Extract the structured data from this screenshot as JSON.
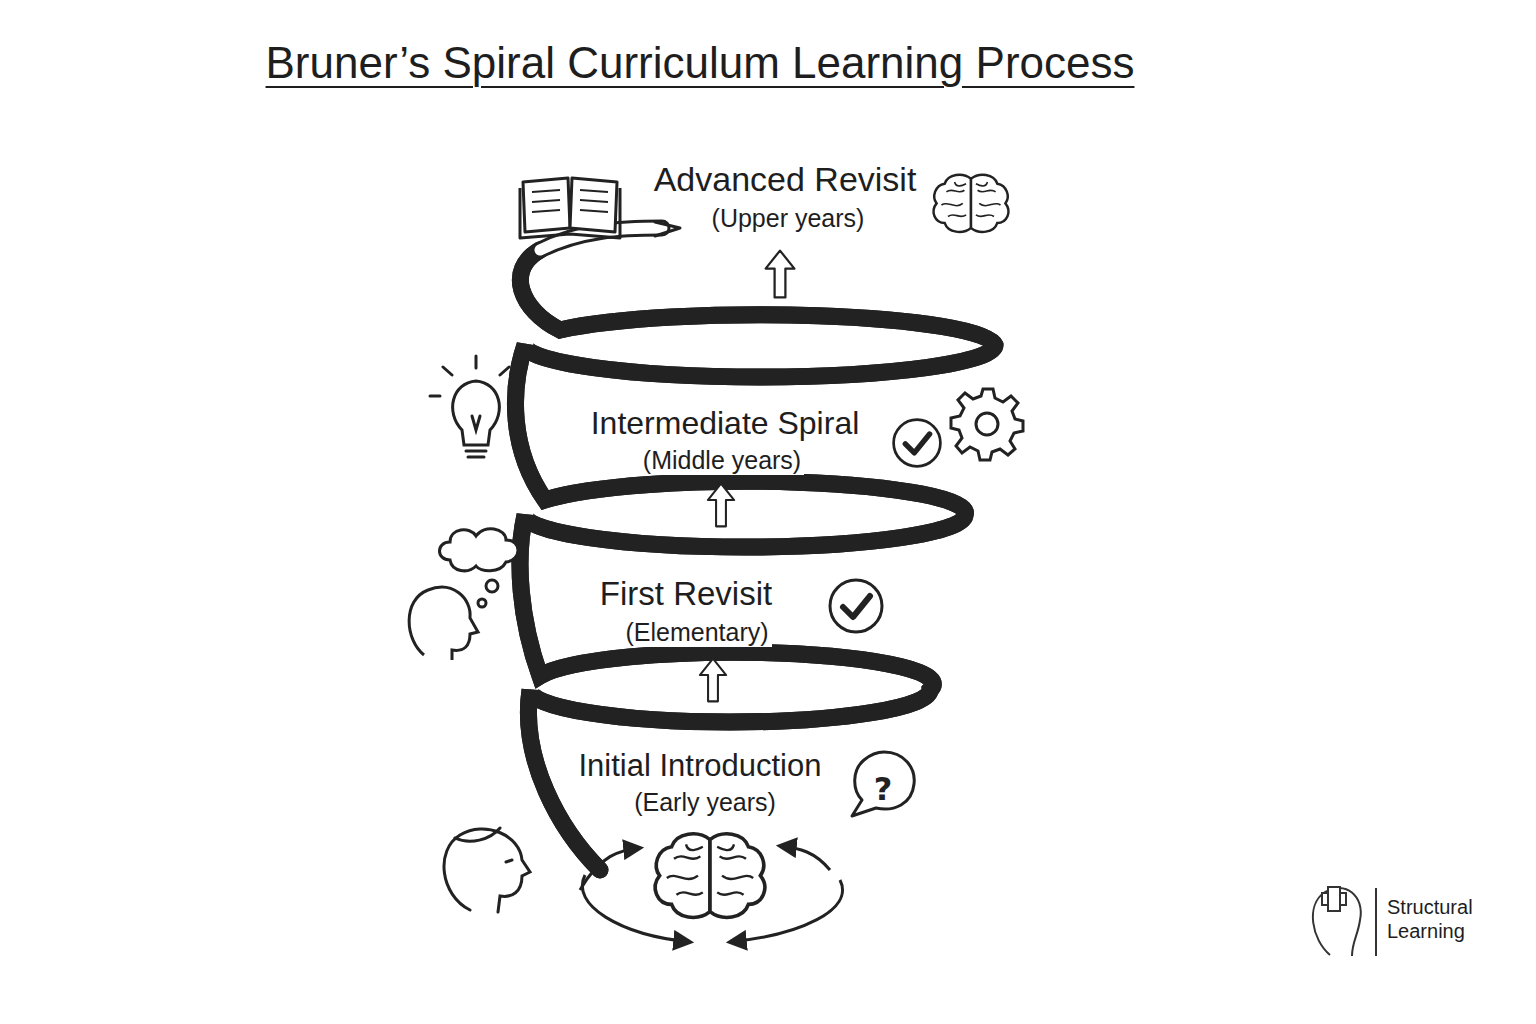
{
  "diagram": {
    "title": "Bruner’s Spiral Curriculum Learning Process",
    "labels": [
      "Advanced Revisit",
      "(Upper years)",
      "Intermediate Spiral",
      "(Middle years)",
      "First Revisit",
      "(Elementary)",
      "Initial Introduction",
      "(Early years)",
      "Structural",
      "Learning"
    ]
  }
}
